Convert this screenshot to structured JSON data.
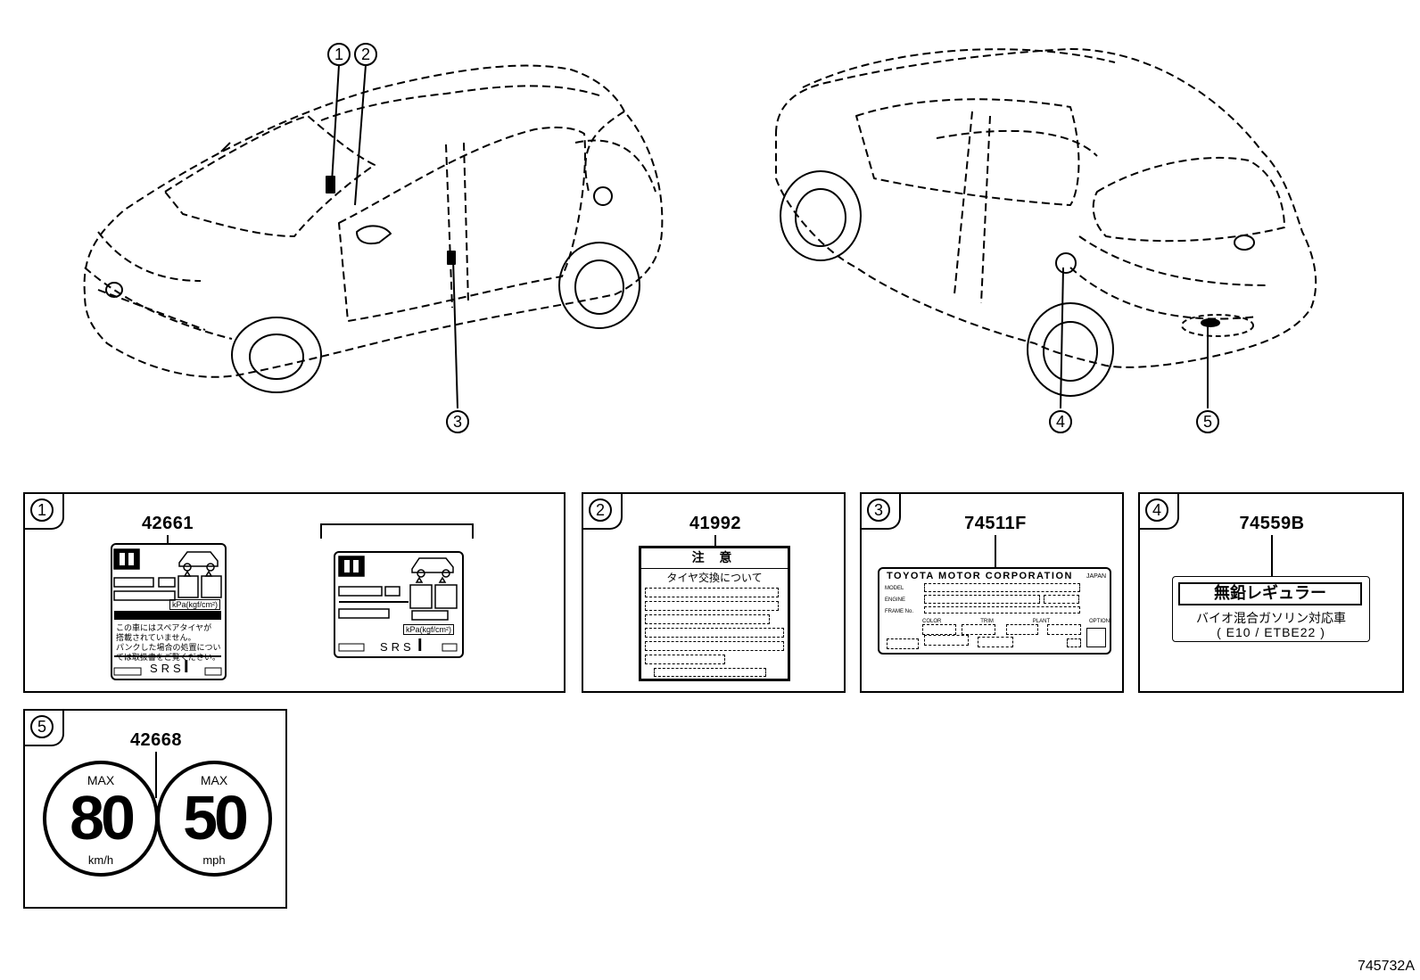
{
  "callouts": [
    "1",
    "2",
    "3",
    "4",
    "5"
  ],
  "panels": [
    {
      "callout": "1",
      "part": "42661",
      "label": {
        "unit": "kPa(kgf/cm²)",
        "srs": "SRS",
        "srs_mark": "I",
        "jp_lines": [
          "この車にはスペアタイヤが",
          "搭載されていません。",
          "パンクした場合の処置につい",
          "ては取扱書をご覧ください。"
        ]
      }
    },
    {
      "callout": "2",
      "part": "41992",
      "label": {
        "header": "注 意",
        "subheader": "タイヤ交換について"
      }
    },
    {
      "callout": "3",
      "part": "74511F",
      "label": {
        "maker": "TOYOTA MOTOR CORPORATION",
        "country": "JAPAN",
        "rows": [
          "MODEL",
          "ENGINE",
          "FRAME No."
        ],
        "cols": [
          "COLOR",
          "TRIM",
          "PLANT",
          "OPTION"
        ]
      }
    },
    {
      "callout": "4",
      "part": "74559B",
      "label": {
        "line1": "無鉛レギュラー",
        "line2": "バイオ混合ガソリン対応車",
        "line3": "( E10 / ETBE22 )"
      }
    },
    {
      "callout": "5",
      "part": "42668",
      "label": {
        "left": {
          "top": "MAX",
          "value": "80",
          "unit": "km/h"
        },
        "right": {
          "top": "MAX",
          "value": "50",
          "unit": "mph"
        }
      }
    }
  ],
  "diagram_code": "745732A"
}
